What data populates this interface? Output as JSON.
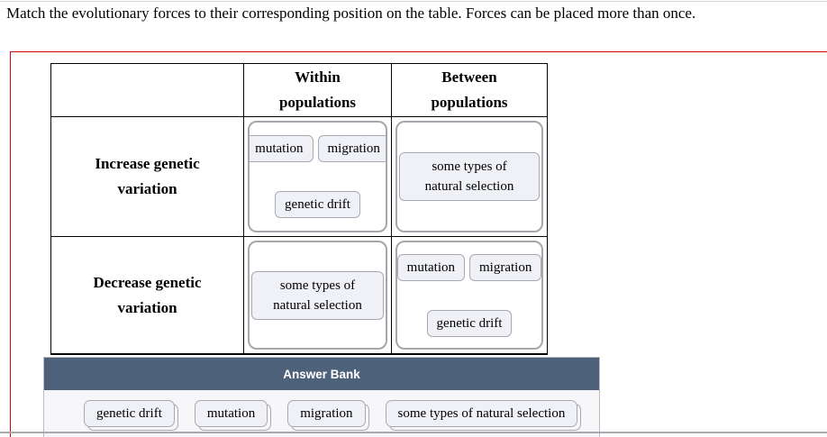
{
  "instruction": "Match the evolutionary forces to their corresponding position on the table. Forces can be placed more than once.",
  "table": {
    "column_headers": [
      "Within\npopulations",
      "Between\npopulations"
    ],
    "row_headers": [
      "Increase genetic\nvariation",
      "Decrease genetic\nvariation"
    ],
    "cells": {
      "increase_within": [
        [
          "mutation",
          "migration"
        ],
        [
          "genetic drift"
        ]
      ],
      "increase_between": [
        [
          "some types of\nnatural selection"
        ]
      ],
      "decrease_within": [
        [
          "some types of\nnatural selection"
        ]
      ],
      "decrease_between": [
        [
          "mutation",
          "migration"
        ],
        [
          "genetic drift"
        ]
      ]
    }
  },
  "answer_bank": {
    "title": "Answer Bank",
    "rows": [
      [
        "genetic drift",
        "mutation",
        "migration",
        "some types of natural selection"
      ]
    ]
  },
  "colors": {
    "frame_red": "#c40b0b",
    "bank_header_bg": "#4e617a",
    "chip_bg": "#f0f1f6",
    "chip_border": "#a9a9b1",
    "dropzone_border": "#a6a6ad",
    "table_border": "#000000"
  }
}
